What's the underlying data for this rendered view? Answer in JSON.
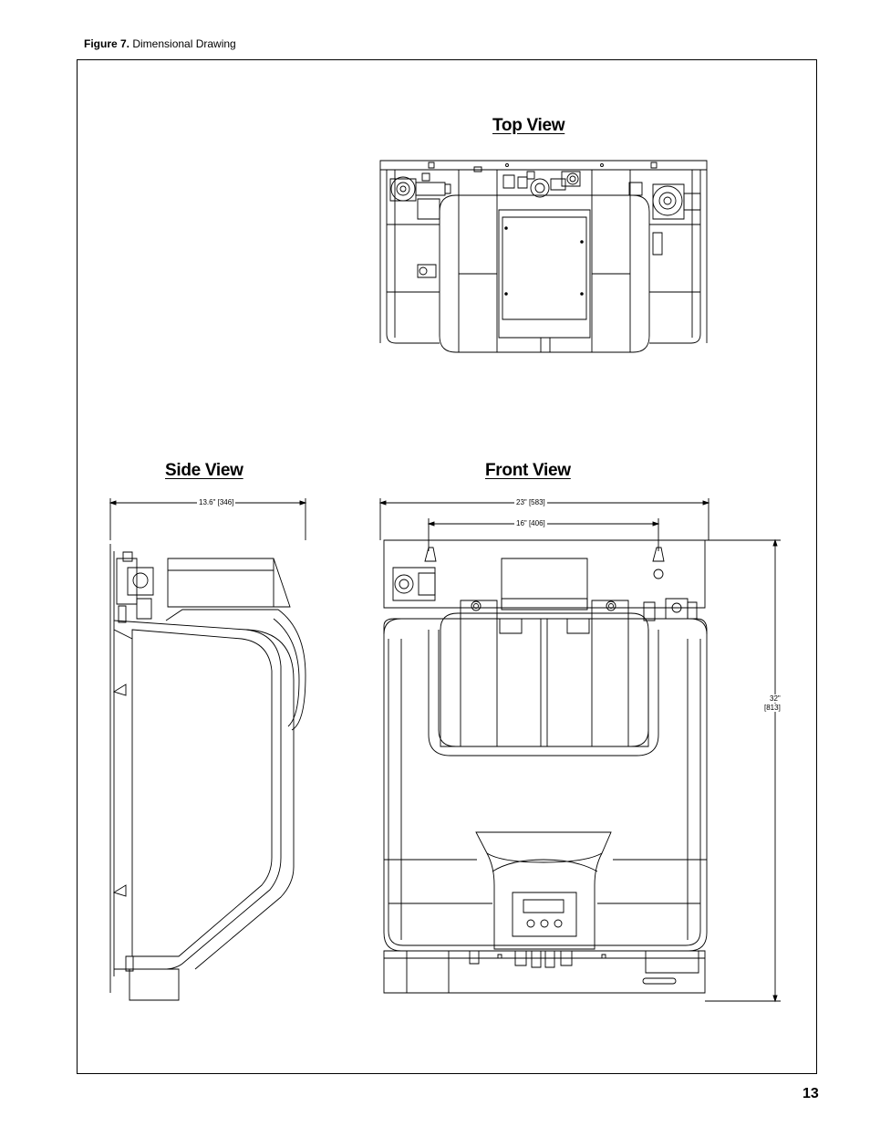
{
  "caption": {
    "label": "Figure 7.",
    "text": " Dimensional Drawing"
  },
  "views": {
    "top": "Top View",
    "side": "Side View",
    "front": "Front View"
  },
  "dimensions": {
    "side_depth": "13.6\" [346]",
    "front_width": "23\" [583]",
    "front_mount": "16\" [406]",
    "front_height_in": "32\"",
    "front_height_mm": "[813]"
  },
  "page_number": "13"
}
